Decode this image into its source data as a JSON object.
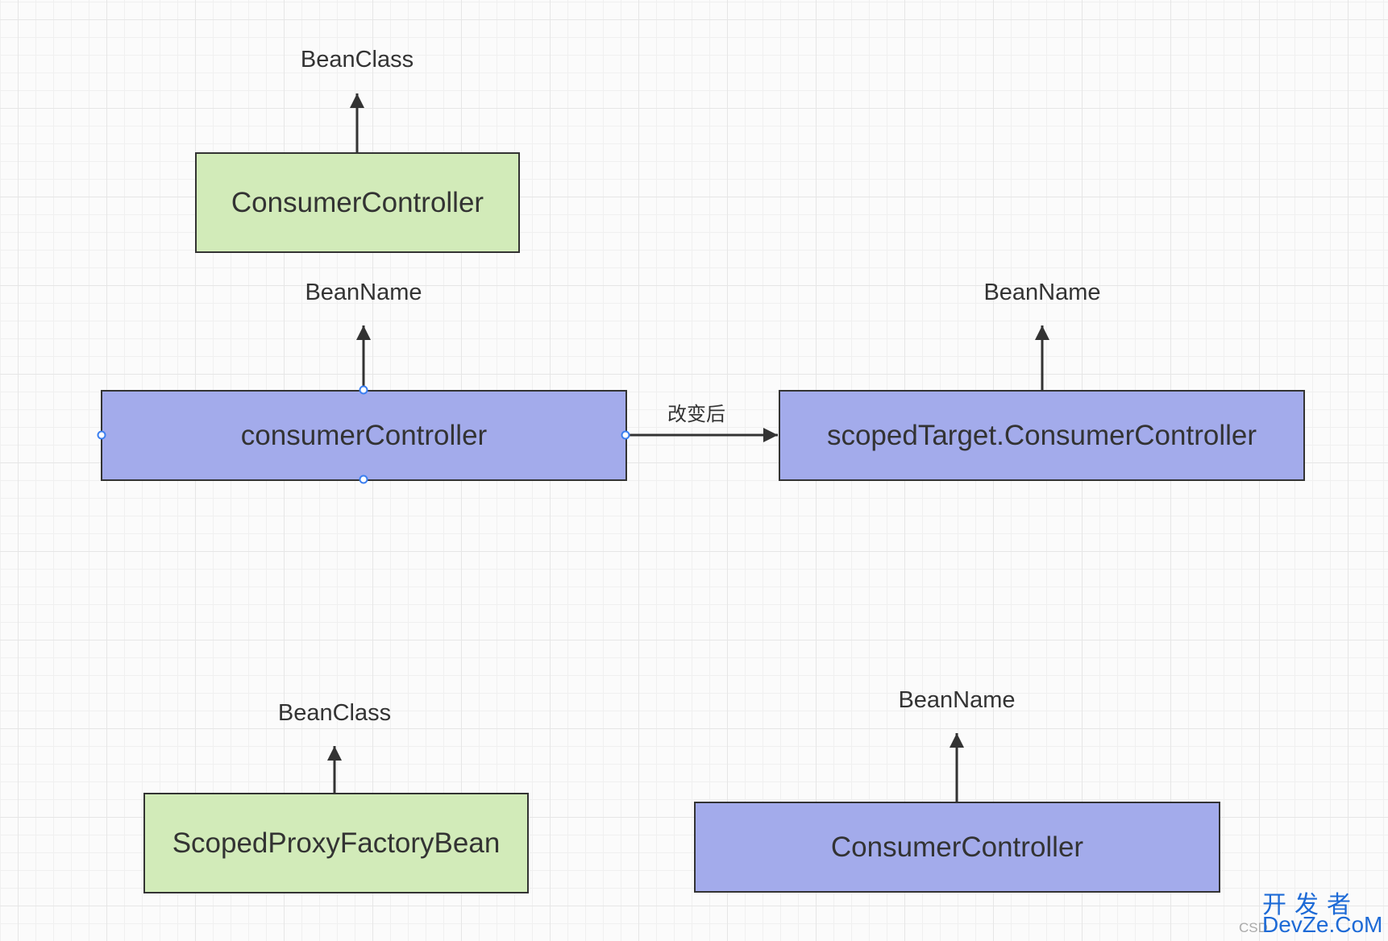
{
  "nodes": {
    "top_consumer_controller": "ConsumerController",
    "consumer_controller_lower": "consumerController",
    "scoped_target": "scopedTarget.ConsumerController",
    "scoped_proxy_factory_bean": "ScopedProxyFactoryBean",
    "bottom_consumer_controller": "ConsumerController"
  },
  "labels": {
    "top_bean_class": "BeanClass",
    "middle_left_bean_name": "BeanName",
    "middle_right_bean_name": "BeanName",
    "bottom_left_bean_class": "BeanClass",
    "bottom_right_bean_name": "BeanName"
  },
  "edge_label": "改变后",
  "watermark": {
    "chinese": "开发者",
    "english": "DevZe.CoM",
    "prefix": "CSD"
  },
  "colors": {
    "green_fill": "#d2ebb9",
    "blue_fill": "#a3abeb",
    "stroke": "#333333",
    "selection_handle": "#3b7ff0"
  }
}
